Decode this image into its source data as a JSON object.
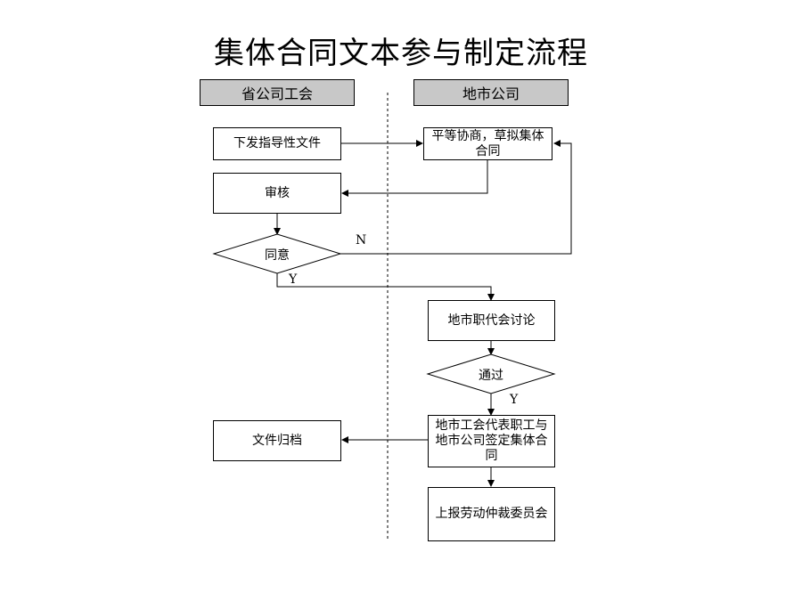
{
  "title": "集体合同文本参与制定流程",
  "lanes": {
    "left": "省公司工会",
    "right": "地市公司"
  },
  "nodes": {
    "issue_guidance": "下发指导性文件",
    "negotiate_draft": "平等协商，草拟集体合同",
    "review": "审核",
    "agree": "同意",
    "congress_discussion": "地市职代会讨论",
    "passed": "通过",
    "sign_contract": "地市工会代表职工与地市公司签定集体合同",
    "archive": "文件归档",
    "report": "上报劳动仲裁委员会"
  },
  "edge_labels": {
    "n": "N",
    "y1": "Y",
    "y2": "Y"
  }
}
